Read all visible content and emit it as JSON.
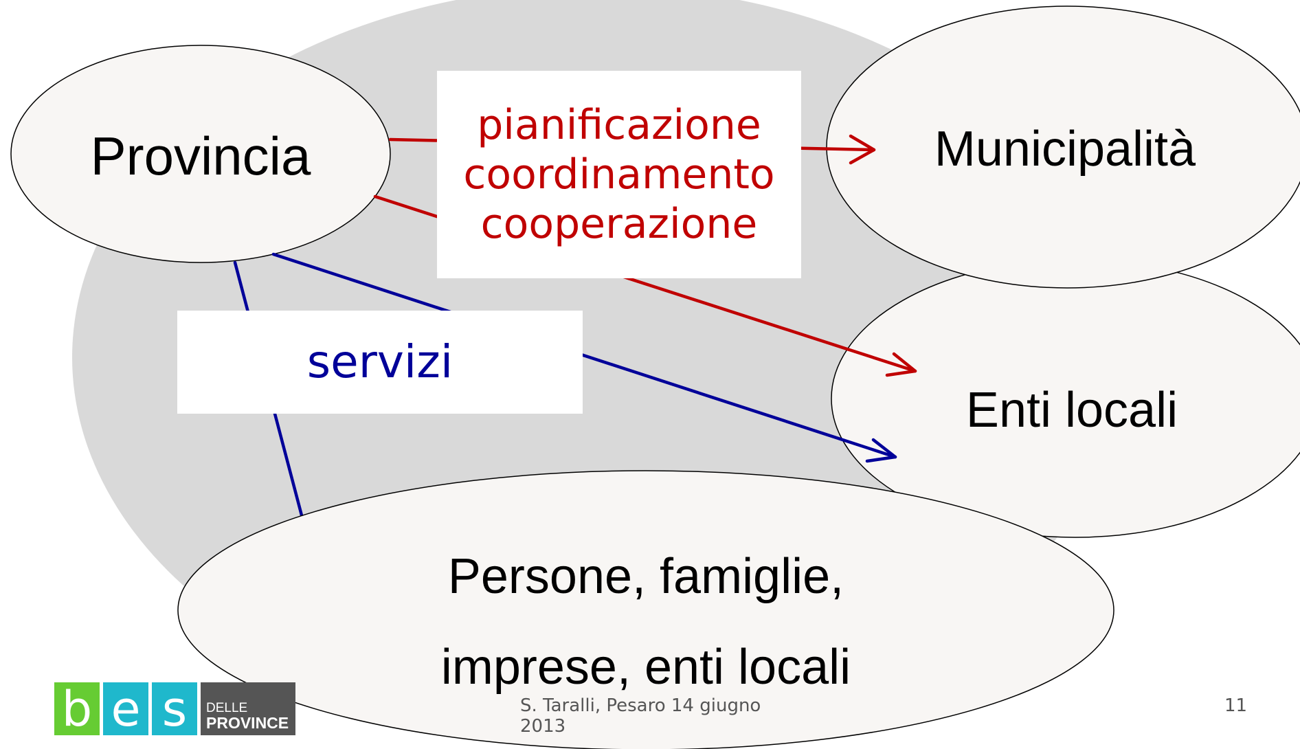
{
  "nodes": {
    "provincia": "Provincia",
    "municipalita": "Municipalità",
    "enti_locali": "Enti locali",
    "persone_line1": "Persone, famiglie,",
    "persone_line2": "imprese, enti locali"
  },
  "boxes": {
    "red": [
      "pianificazione",
      "coordinamento",
      "cooperazione"
    ],
    "blue": "servizi"
  },
  "footer": {
    "text": "S. Taralli, Pesaro 14 giugno 2013",
    "page_number": "11"
  },
  "logo": {
    "letters": [
      "b",
      "e",
      "s"
    ],
    "line1": "DELLE",
    "line2": "PROVINCE"
  },
  "colors": {
    "red_arrow": "#c00000",
    "blue_arrow": "#000099",
    "background_ellipse": "#d9d9d9",
    "node_fill": "#f8f6f4",
    "logo_green": "#66cc33",
    "logo_teal": "#1fb8cc",
    "logo_gray": "#555555"
  }
}
